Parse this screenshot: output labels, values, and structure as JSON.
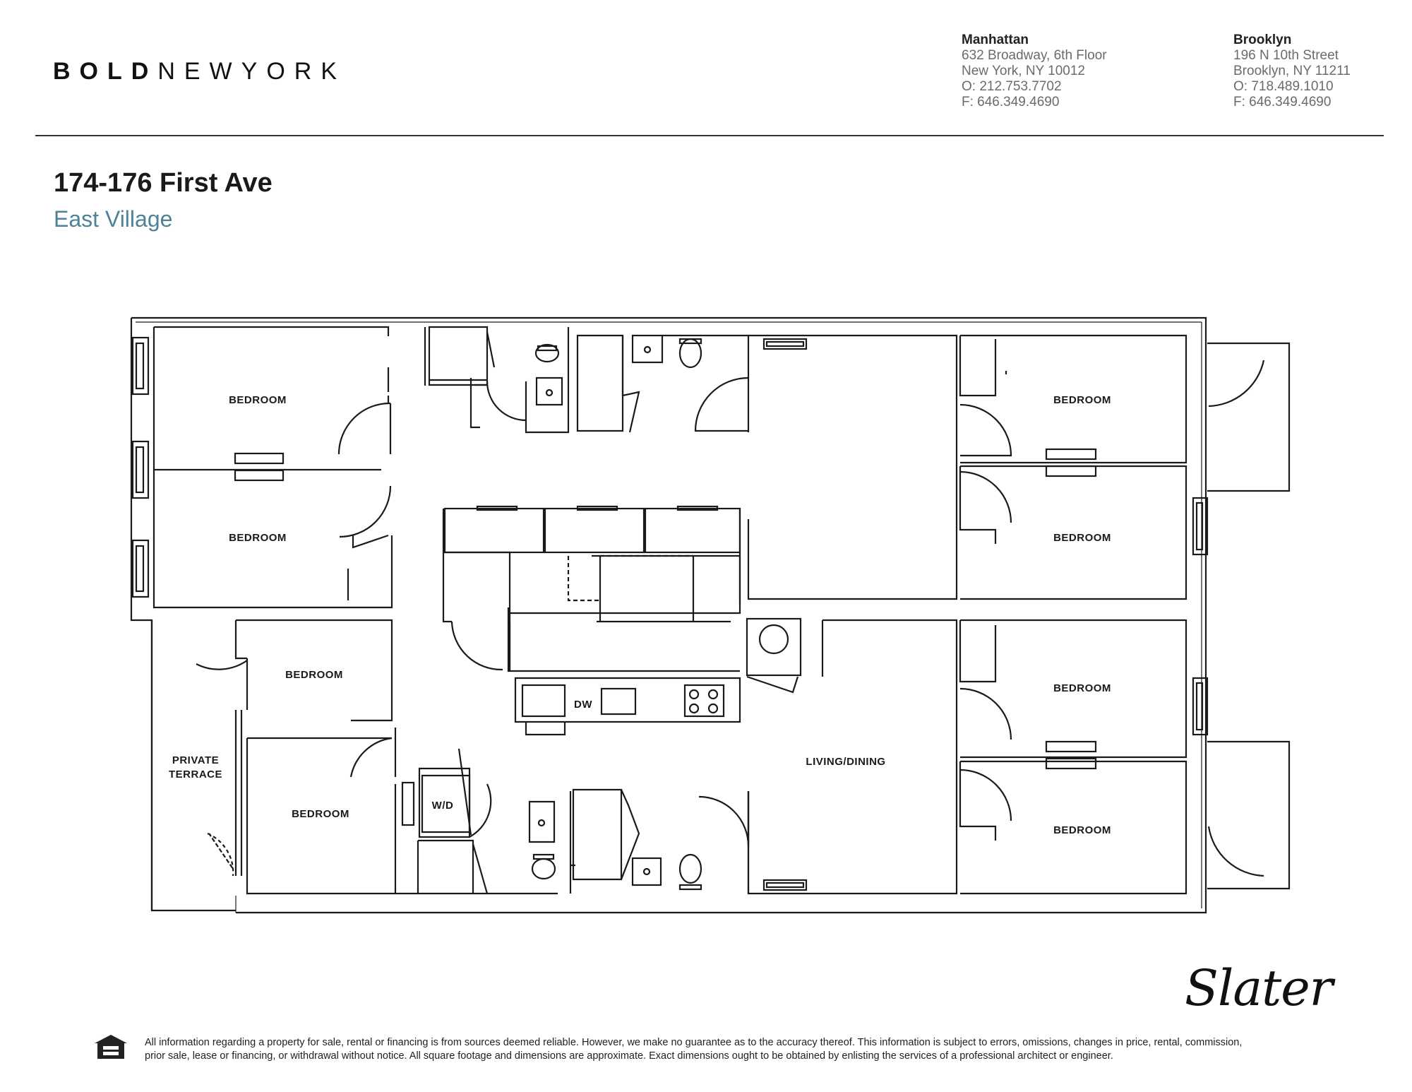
{
  "header": {
    "logo_bold": "BOLD",
    "logo_light": "NEWYORK",
    "offices": [
      {
        "name": "Manhattan",
        "line1": "632 Broadway, 6th Floor",
        "line2": "New York, NY 10012",
        "phone": "O: 212.753.7702",
        "fax": "F: 646.349.4690"
      },
      {
        "name": "Brooklyn",
        "line1": "196 N 10th Street",
        "line2": "Brooklyn, NY 11211",
        "phone": "O: 718.489.1010",
        "fax": "F: 646.349.4690"
      }
    ]
  },
  "property": {
    "address": "174-176 First Ave",
    "neighborhood": "East Village"
  },
  "floorplan": {
    "rooms": {
      "bedroom_top_left": "BEDROOM",
      "bedroom_mid_left": "BEDROOM",
      "bedroom_lower_left": "BEDROOM",
      "bedroom_bottom_left": "BEDROOM",
      "bedroom_top_right": "BEDROOM",
      "bedroom_upper_right": "BEDROOM",
      "bedroom_lower_right": "BEDROOM",
      "bedroom_bottom_right": "BEDROOM",
      "living_dining": "LIVING/DINING",
      "private_terrace_1": "PRIVATE",
      "private_terrace_2": "TERRACE",
      "washer_dryer": "W/D",
      "dishwasher": "DW"
    }
  },
  "footer": {
    "brand": "Slater",
    "disclaimer_line1": "All information regarding a property for sale, rental or financing is from sources deemed reliable. However, we make no guarantee as to the accuracy thereof. This information is subject to errors, omissions, changes in price, rental, commission,",
    "disclaimer_line2": "prior sale, lease or financing, or withdrawal without notice. All square footage and dimensions are approximate. Exact dimensions ought to be obtained by enlisting the services of a professional architect or engineer.",
    "equal_housing_icon": "equal-housing-icon"
  }
}
